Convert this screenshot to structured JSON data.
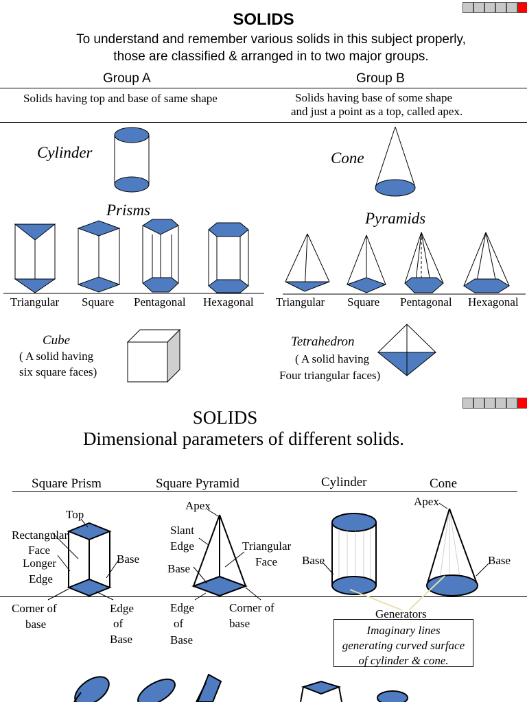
{
  "slide1": {
    "title": "SOLIDS",
    "intro_line1": "To understand and remember various solids in this subject properly,",
    "intro_line2": "those are classified & arranged in to two major groups.",
    "group_a": {
      "heading": "Group A",
      "description": "Solids having top and base of same shape",
      "cylinder": "Cylinder",
      "prisms": "Prisms",
      "prism_types": [
        "Triangular",
        "Square",
        "Pentagonal",
        "Hexagonal"
      ],
      "cube": "Cube",
      "cube_note_line1": "( A solid having",
      "cube_note_line2": "six square faces)"
    },
    "group_b": {
      "heading": "Group B",
      "description_line1": "Solids having base of some shape",
      "description_line2": "and just a point as a top, called apex.",
      "cone": "Cone",
      "pyramids": "Pyramids",
      "pyramid_types": [
        "Triangular",
        "Square",
        "Pentagonal",
        "Hexagonal"
      ],
      "tetrahedron": "Tetrahedron",
      "tetra_note_line1": "( A solid having",
      "tetra_note_line2": "Four triangular  faces)"
    }
  },
  "slide2": {
    "title": "SOLIDS",
    "subtitle": "Dimensional parameters of different solids.",
    "headers": [
      "Square Prism",
      "Square Pyramid",
      "Cylinder",
      "Cone"
    ],
    "prism_labels": {
      "top": "Top",
      "rect_face_1": "Rectangular",
      "rect_face_2": "Face",
      "longer_edge_1": "Longer",
      "longer_edge_2": "Edge",
      "base": "Base",
      "corner_1": "Corner of",
      "corner_2": "base",
      "edge_1": "Edge",
      "edge_2": "of",
      "edge_3": "Base"
    },
    "pyramid_labels": {
      "apex": "Apex",
      "slant_1": "Slant",
      "slant_2": "Edge",
      "tri_face_1": "Triangular",
      "tri_face_2": "Face",
      "base": "Base",
      "edge_1": "Edge",
      "edge_2": "of",
      "edge_3": "Base",
      "corner_1": "Corner of",
      "corner_2": "base"
    },
    "cylinder_labels": {
      "base": "Base"
    },
    "cone_labels": {
      "apex": "Apex",
      "base": "Base"
    },
    "generators": "Generators",
    "note_line1": "Imaginary lines",
    "note_line2": "generating curved surface",
    "note_line3": "of cylinder & cone."
  },
  "colors": {
    "fill": "#4f7cc0",
    "stroke": "#000000",
    "nav_red": "#ff0000"
  }
}
